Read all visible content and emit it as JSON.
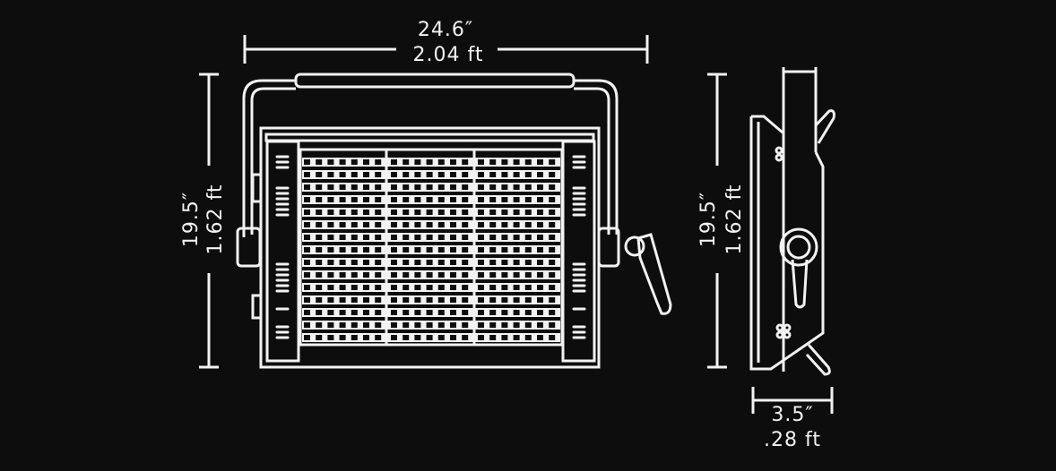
{
  "colors": {
    "background": "#0d0d0d",
    "line": "#f2f2f2"
  },
  "front_view": {
    "width_in": "24.6″",
    "width_ft": "2.04 ft",
    "height_in": "19.5″",
    "height_ft": "1.62 ft"
  },
  "side_view": {
    "height_in": "19.5″",
    "height_ft": "1.62 ft",
    "depth_in": "3.5″",
    "depth_ft": ".28 ft"
  }
}
